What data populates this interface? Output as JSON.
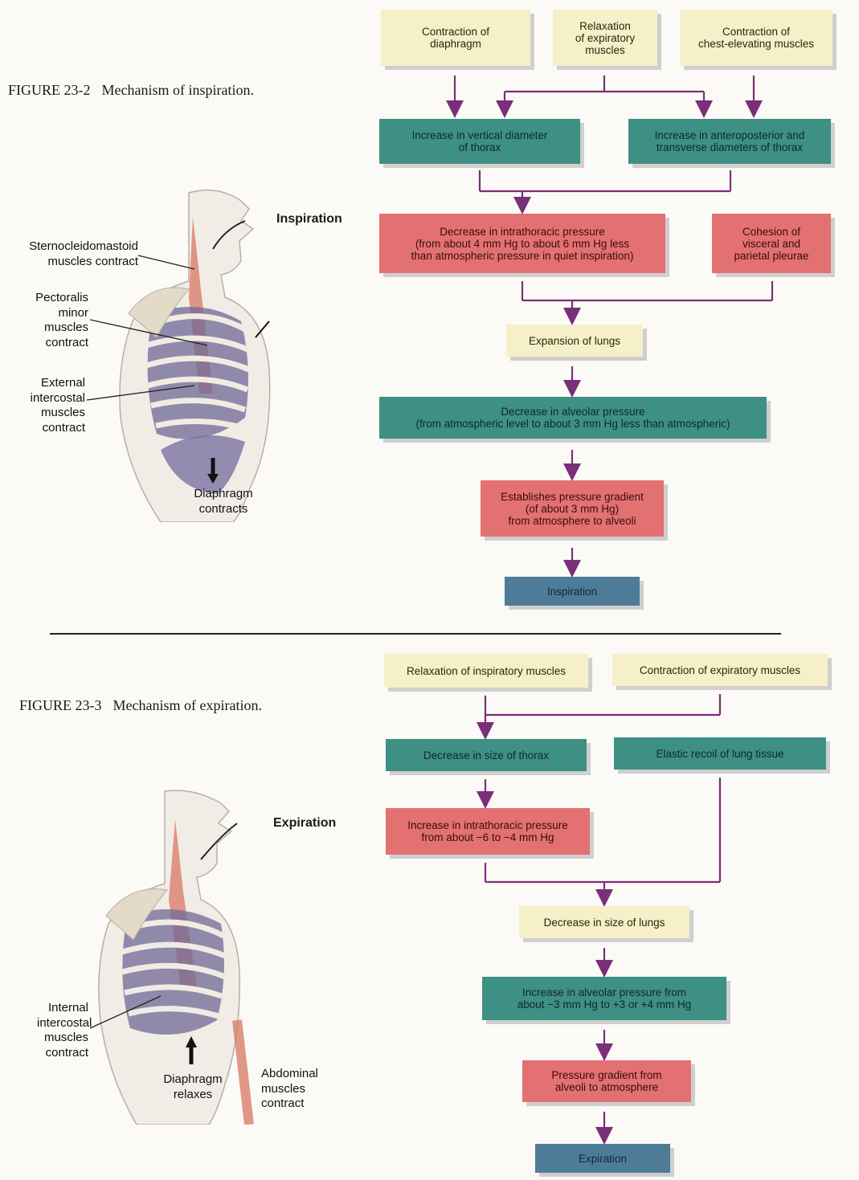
{
  "figure_inspiration": {
    "number": "FIGURE 23-2",
    "title": "Mechanism of inspiration.",
    "illustration": {
      "title": "Inspiration",
      "labels": [
        "Sternocleidomastoid\nmuscles contract",
        "Pectoralis\nminor\nmuscles\ncontract",
        "External\nintercostal\nmuscles\ncontract",
        "Diaphragm\ncontracts"
      ]
    },
    "flow": [
      "Contraction of\ndiaphragm",
      "Relaxation\nof expiratory\nmuscles",
      "Contraction of\nchest-elevating muscles",
      "Increase in vertical diameter\nof thorax",
      "Increase in anteroposterior and\ntransverse diameters of thorax",
      "Decrease in intrathoracic pressure\n(from about 4 mm Hg to about 6 mm Hg less\nthan atmospheric pressure in quiet inspiration)",
      "Cohesion of\nvisceral and\nparietal pleurae",
      "Expansion of lungs",
      "Decrease in alveolar pressure\n(from atmospheric level to about 3 mm Hg less than atmospheric)",
      "Establishes pressure gradient\n(of about 3 mm Hg)\nfrom atmosphere to alveoli",
      "Inspiration"
    ]
  },
  "figure_expiration": {
    "number": "FIGURE 23-3",
    "title": "Mechanism of expiration.",
    "illustration": {
      "title": "Expiration",
      "labels": [
        "Internal\nintercostal\nmuscles\ncontract",
        "Diaphragm\nrelaxes",
        "Abdominal\nmuscles\ncontract"
      ]
    },
    "flow": [
      "Relaxation of inspiratory muscles",
      "Contraction of expiratory muscles",
      "Decrease in size of thorax",
      "Elastic recoil of lung tissue",
      "Increase in intrathoracic pressure\nfrom about −6 to −4 mm Hg",
      "Decrease in size of lungs",
      "Increase in alveolar pressure from\nabout −3 mm Hg to +3 or +4 mm Hg",
      "Pressure gradient from\nalveoli to atmosphere",
      "Expiration"
    ]
  },
  "colors": {
    "yellow_box": "#f6f0c8",
    "teal_box": "#3e8f84",
    "red_box": "#e37171",
    "blue_box": "#4e7c98",
    "arrow": "#7a2f7a"
  }
}
